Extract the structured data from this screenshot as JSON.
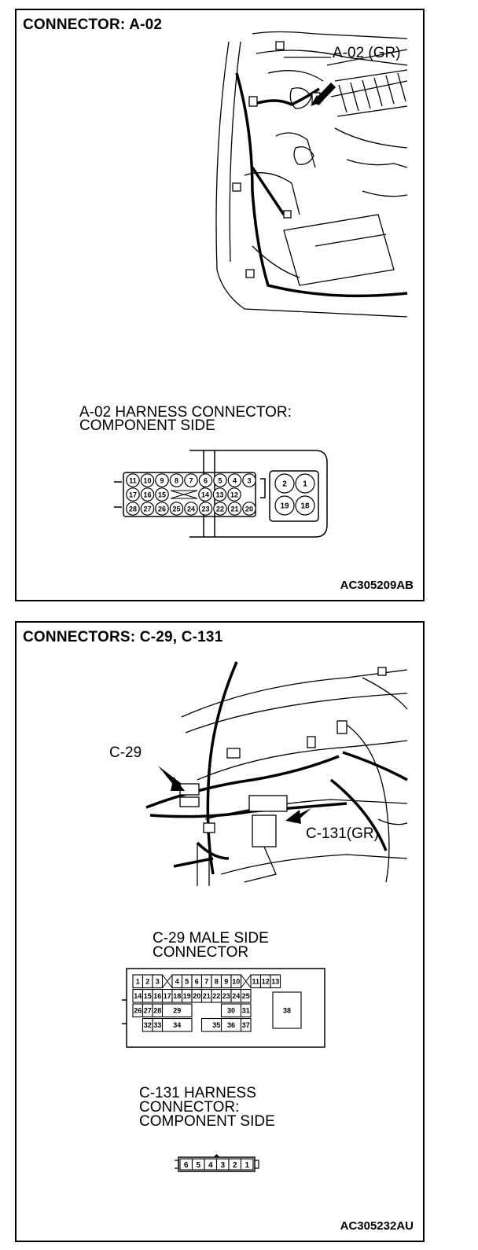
{
  "panel1": {
    "title": "CONNECTOR: A-02",
    "callout": "A-02 (GR)",
    "heading_line1": "A-02 HARNESS CONNECTOR:",
    "heading_line2": "COMPONENT SIDE",
    "code": "AC305209AB",
    "pins_row1": [
      "11",
      "10",
      "9",
      "8",
      "7",
      "6",
      "5",
      "4",
      "3"
    ],
    "pins_row2": [
      "17",
      "16",
      "15",
      "14",
      "13",
      "12"
    ],
    "pins_row3": [
      "28",
      "27",
      "26",
      "25",
      "24",
      "23",
      "22",
      "21",
      "20"
    ],
    "pins_big": [
      "2",
      "1",
      "19",
      "18"
    ]
  },
  "panel2": {
    "title": "CONNECTORS: C-29, C-131",
    "callout_c29": "C-29",
    "callout_c131": "C-131(GR)",
    "c29_heading_line1": "C-29 MALE SIDE",
    "c29_heading_line2": "CONNECTOR",
    "c131_heading_line1": "C-131 HARNESS",
    "c131_heading_line2": "CONNECTOR:",
    "c131_heading_line3": "COMPONENT SIDE",
    "code": "AC305232AU",
    "c29_row1": [
      "1",
      "2",
      "3",
      "4",
      "5",
      "6",
      "7",
      "8",
      "9",
      "10",
      "11",
      "12",
      "13"
    ],
    "c29_row2": [
      "14",
      "15",
      "16",
      "17",
      "18",
      "19",
      "20",
      "21",
      "22",
      "23",
      "24",
      "25"
    ],
    "c29_row3": [
      "26",
      "27",
      "28",
      "29",
      "30",
      "31"
    ],
    "c29_row4": [
      "32",
      "33",
      "34",
      "35",
      "36",
      "37"
    ],
    "c29_big": "38",
    "c131_pins": [
      "6",
      "5",
      "4",
      "3",
      "2",
      "1"
    ]
  }
}
